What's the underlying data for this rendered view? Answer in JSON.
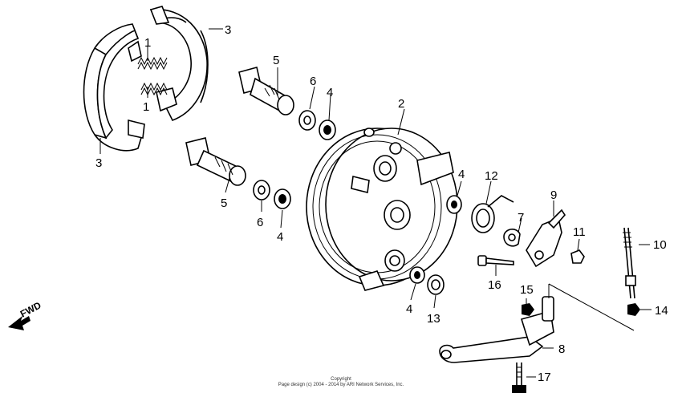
{
  "callouts": [
    {
      "id": "c1a",
      "text": "1"
    },
    {
      "id": "c1b",
      "text": "1"
    },
    {
      "id": "c2",
      "text": "2"
    },
    {
      "id": "c3a",
      "text": "3"
    },
    {
      "id": "c3b",
      "text": "3"
    },
    {
      "id": "c4a",
      "text": "4"
    },
    {
      "id": "c4b",
      "text": "4"
    },
    {
      "id": "c4c",
      "text": "4"
    },
    {
      "id": "c4d",
      "text": "4"
    },
    {
      "id": "c5a",
      "text": "5"
    },
    {
      "id": "c5b",
      "text": "5"
    },
    {
      "id": "c6a",
      "text": "6"
    },
    {
      "id": "c6b",
      "text": "6"
    },
    {
      "id": "c7",
      "text": "7"
    },
    {
      "id": "c8",
      "text": "8"
    },
    {
      "id": "c9",
      "text": "9"
    },
    {
      "id": "c10",
      "text": "10"
    },
    {
      "id": "c11",
      "text": "11"
    },
    {
      "id": "c12",
      "text": "12"
    },
    {
      "id": "c13",
      "text": "13"
    },
    {
      "id": "c14",
      "text": "14"
    },
    {
      "id": "c15",
      "text": "15"
    },
    {
      "id": "c16",
      "text": "16"
    },
    {
      "id": "c17",
      "text": "17"
    }
  ],
  "fwd_label": "FWD",
  "copyright": {
    "line1": "Copyright",
    "line2": "Page design (c) 2004 - 2014 by ARI Network Services, Inc."
  }
}
